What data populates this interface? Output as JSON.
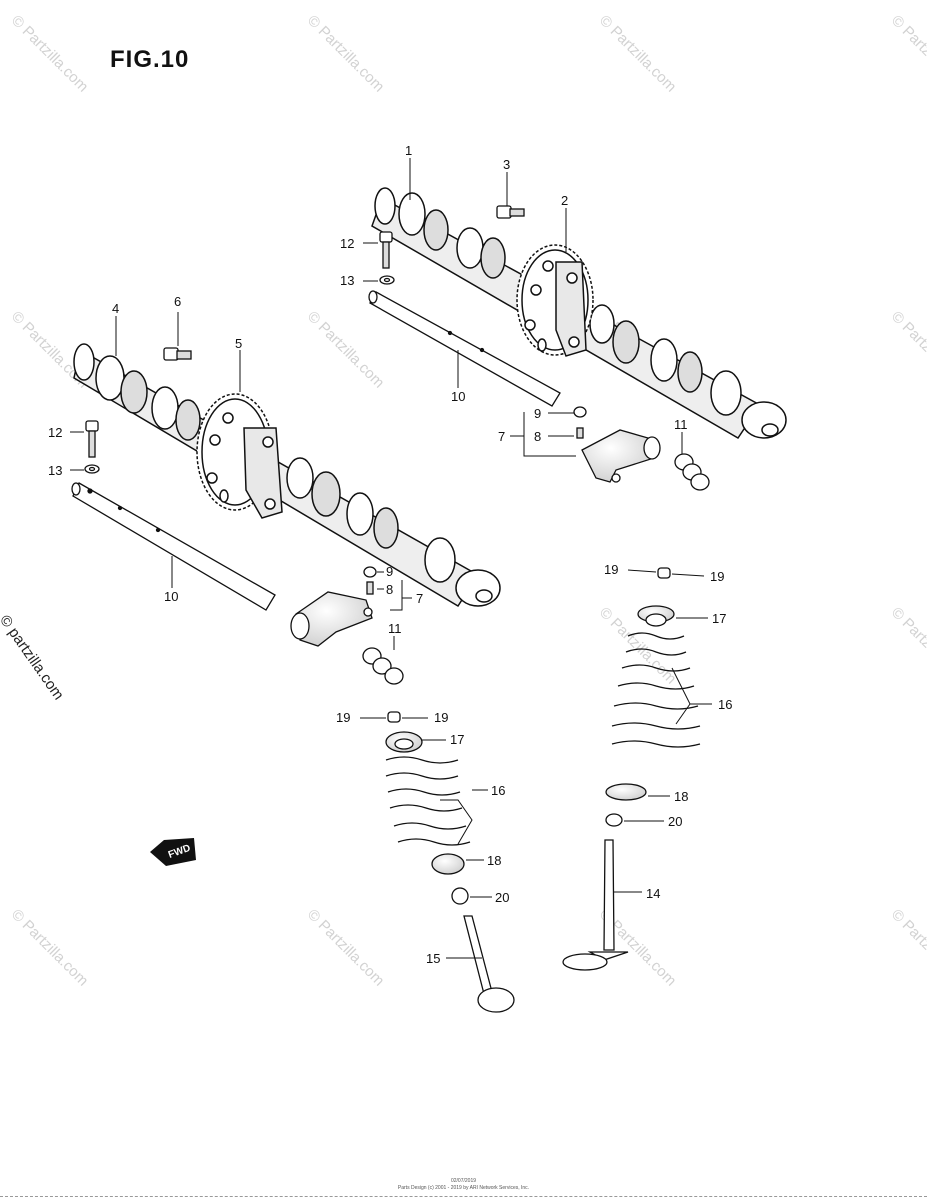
{
  "figure": {
    "title": "FIG.10"
  },
  "watermark": {
    "text": "© Partzilla.com",
    "side_text": "© partzilla.com"
  },
  "footer": {
    "code": "02/07/2019",
    "copyright": "Parts Design (c) 2001 - 2019 by ARI Network Services, Inc."
  },
  "fwd_label": "FWD",
  "callouts": {
    "c1": "1",
    "c2": "2",
    "c3": "3",
    "c4": "4",
    "c5": "5",
    "c6": "6",
    "c12a": "12",
    "c13a": "13",
    "c10a": "10",
    "c9a": "9",
    "c8a": "8",
    "c7a": "7",
    "c11a": "11",
    "c12b": "12",
    "c13b": "13",
    "c10b": "10",
    "c9b": "9",
    "c8b": "8",
    "c7b": "7",
    "c11b": "11",
    "c19a": "19",
    "c19b": "19",
    "c17a": "17",
    "c16a": "16",
    "c18a": "18",
    "c20a": "20",
    "c14": "14",
    "c19c": "19",
    "c19d": "19",
    "c17b": "17",
    "c16b": "16",
    "c18b": "18",
    "c20b": "20",
    "c15": "15"
  }
}
